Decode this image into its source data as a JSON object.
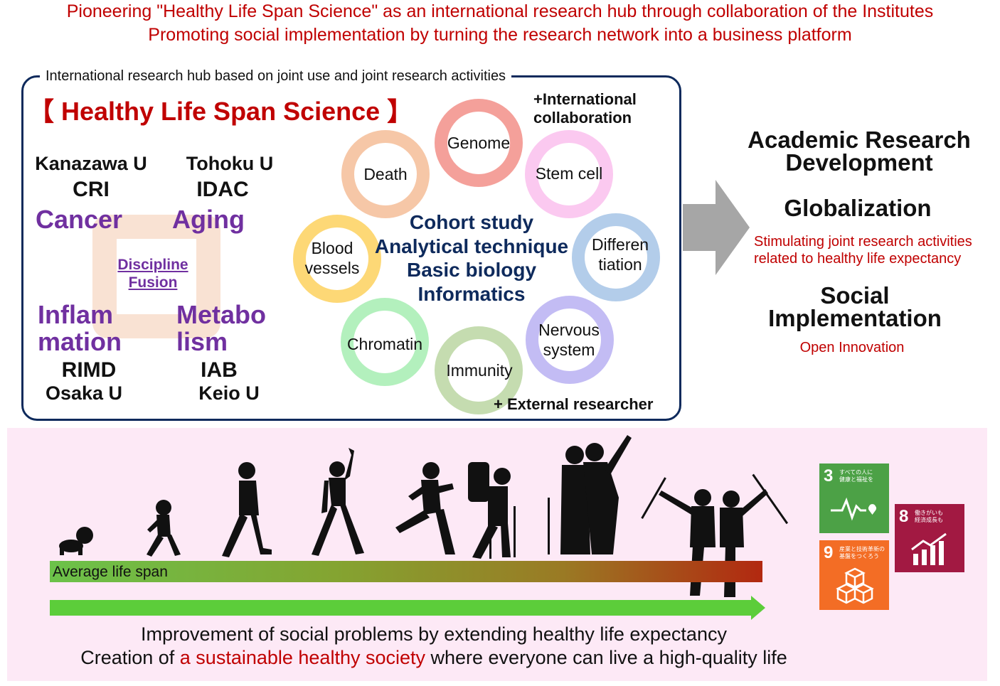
{
  "header": {
    "line1": "Pioneering \"Healthy Life Span Science\" as an international research hub through collaboration of the Institutes",
    "line2": "Promoting social implementation by turning the research network into a business platform"
  },
  "hub": {
    "caption": "International research hub based on joint use and joint research activities",
    "title": "【 Healthy Life Span Science 】",
    "institutes": [
      {
        "univ": "Kanazawa U",
        "abbr": "CRI",
        "field": "Cancer"
      },
      {
        "univ": "Tohoku U",
        "abbr": "IDAC",
        "field": "Aging"
      },
      {
        "univ": "Osaka U",
        "abbr": "RIMD",
        "field": "Inflam\nmation"
      },
      {
        "univ": "Keio U",
        "abbr": "IAB",
        "field": "Metabo\nlism"
      }
    ],
    "fusion": "Discipline Fusion",
    "rings": [
      {
        "label": "Genome",
        "color": "#f4a09a"
      },
      {
        "label": "Stem cell",
        "color": "#fbc9f0"
      },
      {
        "label": "Differen\ntiation",
        "color": "#b3cdea"
      },
      {
        "label": "Nervous\nsystem",
        "color": "#c3bcf4"
      },
      {
        "label": "Immunity",
        "color": "#c5dcb0"
      },
      {
        "label": "Chromatin",
        "color": "#b3f0bd"
      },
      {
        "label": "Blood\nvessels",
        "color": "#fdd876"
      },
      {
        "label": "Death",
        "color": "#f6c7a7"
      }
    ],
    "center": [
      "Cohort study",
      "Analytical technique",
      "Basic biology",
      "Informatics"
    ],
    "note_intl": "+International\ncollaboration",
    "note_ext": "+ External researcher"
  },
  "outcomes": {
    "h1": "Academic Research\nDevelopment",
    "h2": "Globalization",
    "r2": "Stimulating joint research activities\nrelated to healthy life expectancy",
    "h3": "Social\nImplementation",
    "r3": "Open Innovation"
  },
  "lifespan": {
    "bar_label": "Average life span",
    "line1": "Improvement of social problems by extending healthy life expectancy",
    "line2_pre": "Creation of ",
    "line2_red": "a sustainable healthy society",
    "line2_post": " where everyone can live a high-quality life"
  },
  "sdgs": [
    {
      "num": "3",
      "text": "すべての人に\n健康と福祉を",
      "color": "#4ca146"
    },
    {
      "num": "8",
      "text": "働きがいも\n経済成長も",
      "color": "#a21942"
    },
    {
      "num": "9",
      "text": "産業と技術革新の\n基盤をつくろう",
      "color": "#f36d25"
    }
  ]
}
